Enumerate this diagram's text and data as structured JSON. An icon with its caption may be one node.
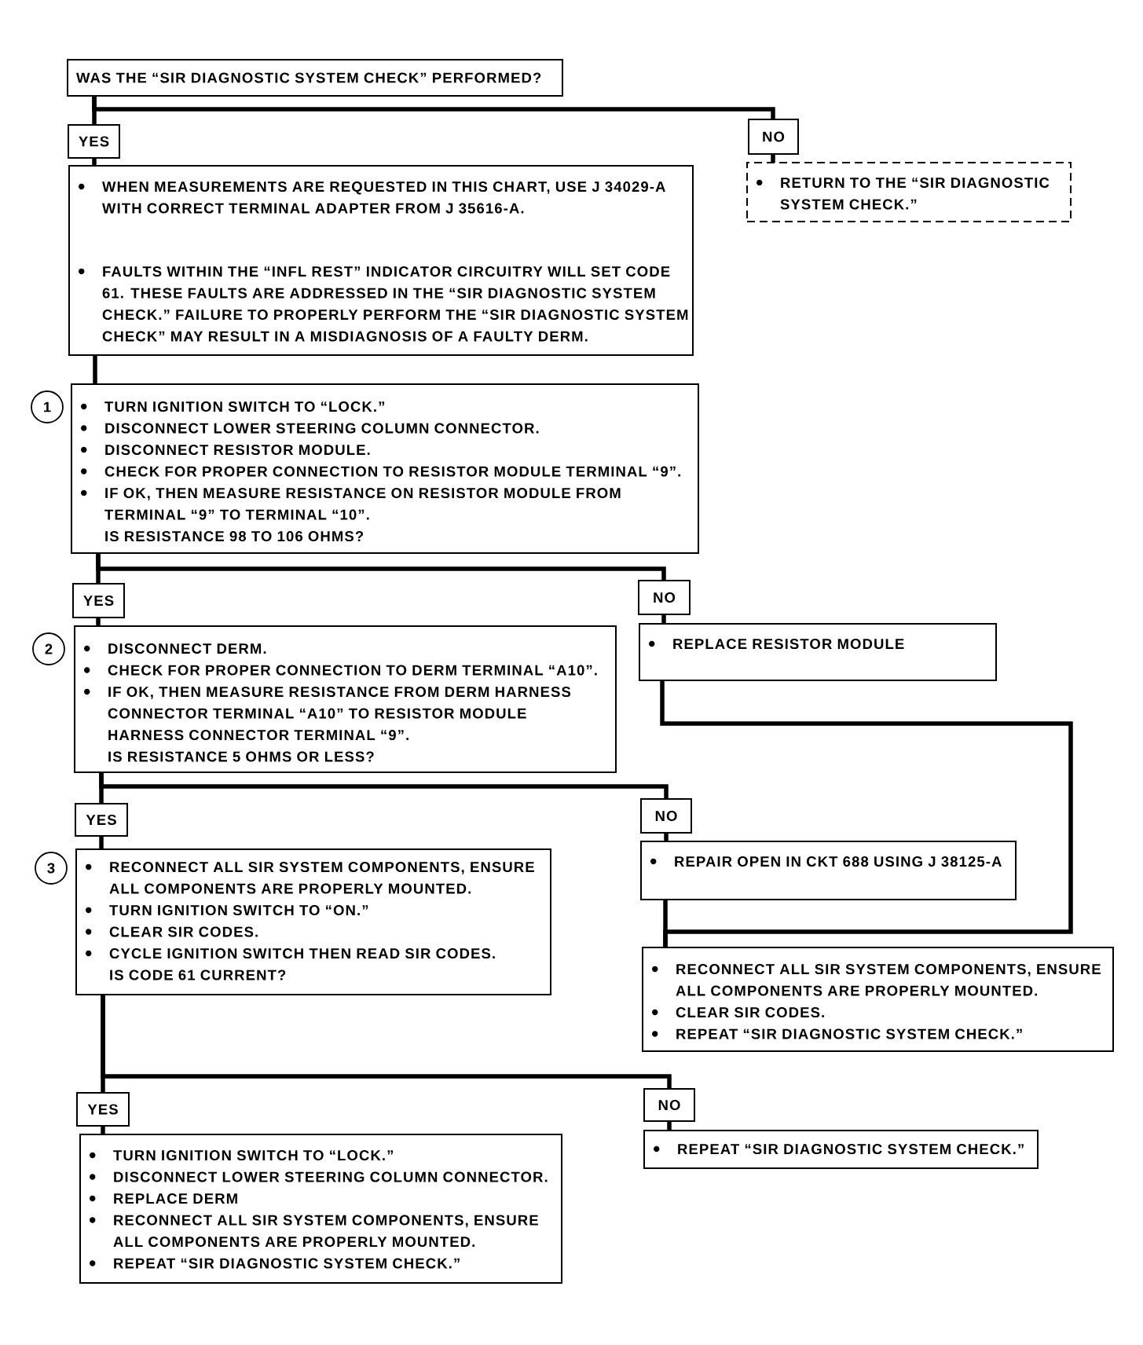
{
  "diagram": {
    "nodes": [
      {
        "text": [
          "WAS THE “SIR DIAGNOSTIC SYSTEM CHECK” PERFORMED?"
        ]
      },
      {
        "text": [
          "YES"
        ]
      },
      {
        "text": [
          "NO"
        ]
      },
      {
        "text": [
          "WHEN MEASUREMENTS ARE REQUESTED IN THIS CHART, USE J 34029-A WITH CORRECT TERMINAL ADAPTER FROM J 35616-A.",
          "FAULTS WITHIN THE “INFL REST” INDICATOR CIRCUITRY WILL SET CODE 61. THESE FAULTS ARE ADDRESSED IN THE “SIR DIAGNOSTIC SYSTEM CHECK.” FAILURE TO PROPERLY PERFORM THE “SIR DIAGNOSTIC SYSTEM CHECK” MAY RESULT IN A MISDIAGNOSIS OF A FAULTY DERM."
        ]
      },
      {
        "text": [
          "RETURN TO THE “SIR DIAGNOSTIC SYSTEM CHECK.”"
        ]
      },
      {
        "text": [
          "TURN IGNITION SWITCH TO “LOCK.”",
          "DISCONNECT LOWER STEERING COLUMN CONNECTOR.",
          "DISCONNECT RESISTOR MODULE.",
          "CHECK FOR PROPER CONNECTION TO RESISTOR MODULE TERMINAL “9”.",
          "IF OK, THEN MEASURE RESISTANCE ON RESISTOR MODULE FROM TERMINAL “9” TO TERMINAL “10”.",
          "IS RESISTANCE 98 TO 106 OHMS?"
        ],
        "beside": [
          "1"
        ]
      },
      {
        "text": [
          "YES"
        ]
      },
      {
        "text": [
          "NO"
        ]
      },
      {
        "text": [
          "DISCONNECT DERM.",
          "CHECK FOR PROPER CONNECTION TO DERM TERMINAL “A10”.",
          "IF OK, THEN MEASURE RESISTANCE FROM DERM HARNESS CONNECTOR TERMINAL “A10” TO RESISTOR MODULE HARNESS CONNECTOR TERMINAL “9”.",
          "IS RESISTANCE 5 OHMS OR LESS?"
        ],
        "beside": [
          "2"
        ]
      },
      {
        "text": [
          "REPLACE RESISTOR MODULE"
        ]
      },
      {
        "text": [
          "YES"
        ]
      },
      {
        "text": [
          "NO"
        ]
      },
      {
        "text": [
          "RECONNECT ALL SIR SYSTEM COMPONENTS, ENSURE ALL COMPONENTS ARE PROPERLY MOUNTED.",
          "TURN IGNITION SWITCH TO “ON.”",
          "CLEAR SIR CODES.",
          "CYCLE IGNITION SWITCH THEN READ SIR CODES.",
          "IS CODE 61 CURRENT?"
        ],
        "beside": [
          "3"
        ]
      },
      {
        "text": [
          "REPAIR OPEN IN CKT 688 USING J 38125-A"
        ]
      },
      {
        "text": [
          "RECONNECT ALL SIR SYSTEM COMPONENTS, ENSURE ALL COMPONENTS ARE PROPERLY MOUNTED.",
          "CLEAR SIR CODES.",
          "REPEAT “SIR DIAGNOSTIC SYSTEM CHECK.”"
        ]
      },
      {
        "text": [
          "YES"
        ]
      },
      {
        "text": [
          "NO"
        ]
      },
      {
        "text": [
          "TURN IGNITION SWITCH TO “LOCK.”",
          "DISCONNECT LOWER STEERING COLUMN CONNECTOR.",
          "REPLACE DERM",
          "RECONNECT ALL SIR SYSTEM COMPONENTS, ENSURE ALL COMPONENTS ARE PROPERLY MOUNTED.",
          "REPEAT “SIR DIAGNOSTIC SYSTEM CHECK.”"
        ]
      },
      {
        "text": [
          "REPEAT “SIR DIAGNOSTIC SYSTEM CHECK.”"
        ]
      }
    ],
    "edges": [
      {
        "from": 0,
        "to": 1,
        "arrow": "none"
      },
      {
        "from": 0,
        "to": 2,
        "arrow": "none"
      },
      {
        "from": 1,
        "to": 3,
        "arrow": "none"
      },
      {
        "from": 2,
        "to": 4,
        "arrow": "none"
      },
      {
        "from": 3,
        "to": 5,
        "arrow": "none"
      },
      {
        "from": 5,
        "to": 6,
        "arrow": "none"
      },
      {
        "from": 5,
        "to": 7,
        "arrow": "none"
      },
      {
        "from": 6,
        "to": 8,
        "arrow": "none"
      },
      {
        "from": 7,
        "to": 9,
        "arrow": "none"
      },
      {
        "from": 8,
        "to": 10,
        "arrow": "none"
      },
      {
        "from": 8,
        "to": 11,
        "arrow": "none"
      },
      {
        "from": 10,
        "to": 12,
        "arrow": "none"
      },
      {
        "from": 11,
        "to": 13,
        "arrow": "none"
      },
      {
        "from": 9,
        "to": 14,
        "arrow": "none"
      },
      {
        "from": 13,
        "to": 14,
        "arrow": "none"
      },
      {
        "from": 12,
        "to": 15,
        "arrow": "none"
      },
      {
        "from": 12,
        "to": 16,
        "arrow": "none"
      },
      {
        "from": 15,
        "to": 17,
        "arrow": "none"
      },
      {
        "from": 16,
        "to": 18,
        "arrow": "none"
      }
    ]
  }
}
